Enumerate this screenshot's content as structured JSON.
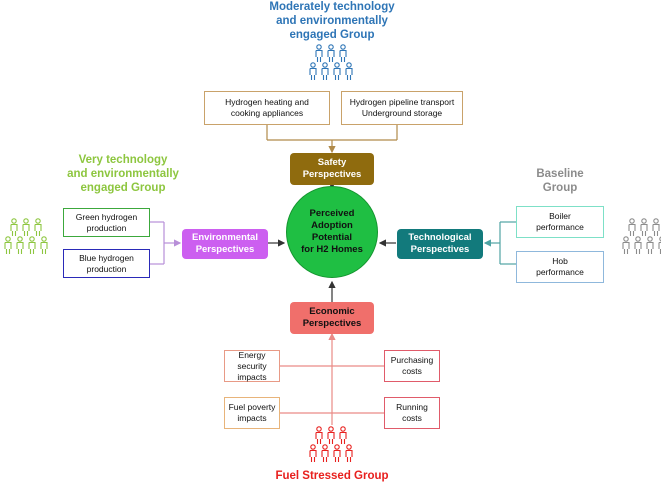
{
  "center": {
    "label": "Perceived\nAdoption\nPotential\nfor H2 Homes",
    "color": "#1fbf43"
  },
  "groups": {
    "moderate": {
      "title": "Moderately technology\nand environmentally\nengaged Group",
      "color": "#2e75b6",
      "icon_name": "people-group-icon"
    },
    "very": {
      "title": "Very technology\nand environmentally\nengaged Group",
      "color": "#8dc63f",
      "icon_name": "people-group-icon"
    },
    "baseline": {
      "title": "Baseline\nGroup",
      "color": "#8c8c8c",
      "icon_name": "people-group-icon"
    },
    "fuel": {
      "title": "Fuel Stressed Group",
      "color": "#e8201e",
      "icon_name": "people-group-icon"
    }
  },
  "perspectives": {
    "safety": {
      "label": "Safety\nPerspectives",
      "color": "#8f6b0e"
    },
    "environmental": {
      "label": "Environmental\nPerspectives",
      "color": "#cc5ff0"
    },
    "technological": {
      "label": "Technological\nPerspectives",
      "color": "#127a7c"
    },
    "economic": {
      "label": "Economic\nPerspectives",
      "color": "#f06f6b"
    }
  },
  "factors": {
    "safety": [
      "Hydrogen heating and\ncooking appliances",
      "Hydrogen pipeline transport\nUnderground storage"
    ],
    "environmental": [
      "Green hydrogen\nproduction",
      "Blue hydrogen\nproduction"
    ],
    "technological": [
      "Boiler\nperformance",
      "Hob\nperformance"
    ],
    "economic": [
      "Energy security\nimpacts",
      "Purchasing\ncosts",
      "Fuel poverty\nimpacts",
      "Running\ncosts"
    ]
  }
}
